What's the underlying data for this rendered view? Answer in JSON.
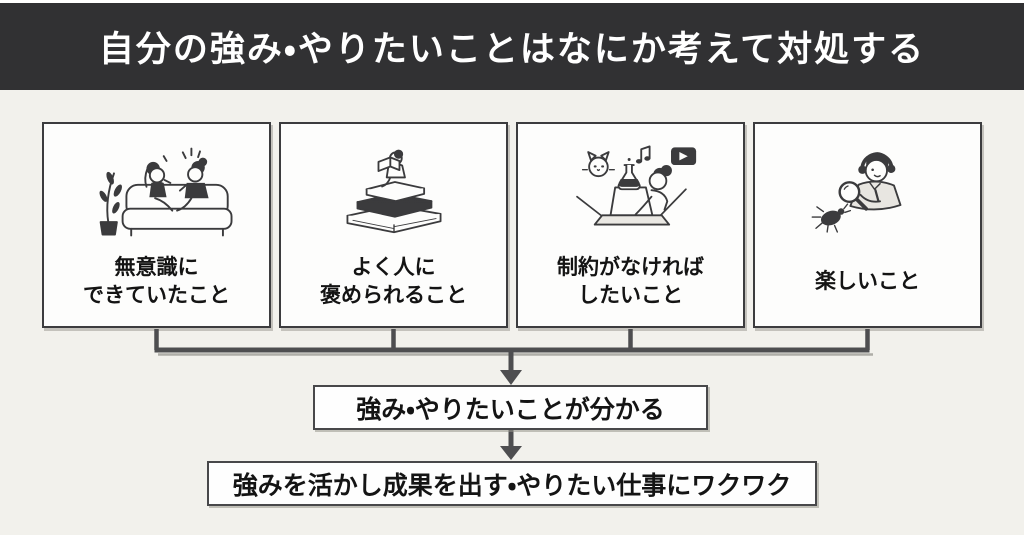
{
  "page": {
    "frame_color": "#ffffff",
    "background_color": "#f2f1ec"
  },
  "header": {
    "title": "自分の強み・やりたいことはなにか考えて対処する",
    "background_color": "#313133",
    "text_color": "#ffffff"
  },
  "cards": [
    {
      "id": "unconscious-abilities",
      "icon": "sofa-conversation-illustration",
      "caption_lines": [
        "無意識に",
        "できていたこと"
      ]
    },
    {
      "id": "praised-by-others",
      "icon": "reading-on-book-stack-illustration",
      "caption_lines": [
        "よく人に",
        "褒められること"
      ]
    },
    {
      "id": "no-constraint-wishes",
      "icon": "laptop-hobbies-illustration",
      "caption_lines": [
        "制約がなければ",
        "したいこと"
      ]
    },
    {
      "id": "fun-things",
      "icon": "bug-observation-illustration",
      "caption_lines": [
        "楽しいこと"
      ]
    }
  ],
  "flow": {
    "connector_color": "#4e4e50",
    "result_box_label": "強み・やりたいことが分かる",
    "outcome_box_label": "強みを活かし成果を出す・やりたい仕事にワクワク"
  }
}
